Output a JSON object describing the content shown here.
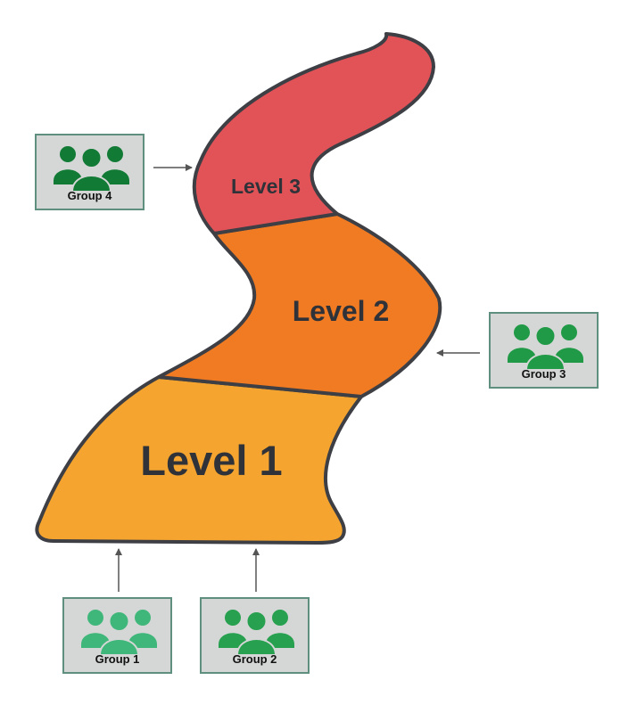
{
  "levels": {
    "level1": {
      "label": "Level 1",
      "color": "#f5a52f"
    },
    "level2": {
      "label": "Level 2",
      "color": "#f07b23"
    },
    "level3": {
      "label": "Level 3",
      "color": "#e25358"
    }
  },
  "groups": {
    "group1": {
      "label": "Group 1",
      "icon": "people-group-icon",
      "color": "#40b77a"
    },
    "group2": {
      "label": "Group 2",
      "icon": "people-group-icon",
      "color": "#27a04f"
    },
    "group3": {
      "label": "Group 3",
      "icon": "people-group-icon",
      "color": "#209a47"
    },
    "group4": {
      "label": "Group 4",
      "icon": "people-group-icon",
      "color": "#117a35"
    }
  },
  "colors": {
    "outline": "#3d3f45",
    "arrow": "#555555",
    "box_fill": "#d5d7d6",
    "box_border": "#5f8f7e"
  }
}
